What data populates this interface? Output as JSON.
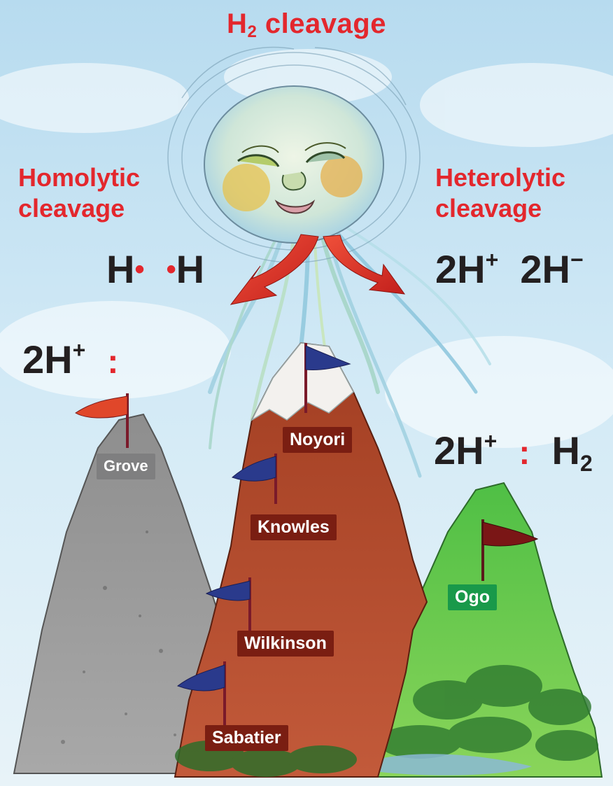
{
  "title": {
    "text": "H",
    "sub": "2",
    "rest": " cleavage"
  },
  "homolytic": {
    "line1": "Homolytic",
    "line2": "cleavage"
  },
  "heterolytic": {
    "line1": "Heterolytic",
    "line2": "cleavage"
  },
  "homolytic_formula": {
    "left": "H",
    "dot": "•",
    "right": "H"
  },
  "heterolytic_formula": {
    "a": "2H",
    "a_sup": "+",
    "b": "2H",
    "b_sup": "−"
  },
  "left_pair": {
    "text": "2H",
    "sup": "+",
    "colon": ":"
  },
  "right_pair": {
    "text": "2H",
    "sup": "+",
    "colon": ":",
    "h2": "H",
    "h2_sub": "2"
  },
  "mountains": [
    {
      "name": "Grove",
      "color": "#7f7f80"
    },
    {
      "name": "Noyori",
      "color": "#7a1e12"
    },
    {
      "name": "Knowles",
      "color": "#7a1e12"
    },
    {
      "name": "Wilkinson",
      "color": "#7a1e12"
    },
    {
      "name": "Sabatier",
      "color": "#7a1e12"
    },
    {
      "name": "Ogo",
      "color": "#19994a"
    }
  ],
  "colors": {
    "accent_red": "#e3272d",
    "text_dark": "#231f20",
    "sky": "#bfe0f1",
    "grey_mountain": "#9a9a9a",
    "brown_mountain": "#b14a2e",
    "green_mountain": "#5fc94a",
    "flag_blue": "#2a3a8c",
    "flag_red": "#e0472a"
  }
}
